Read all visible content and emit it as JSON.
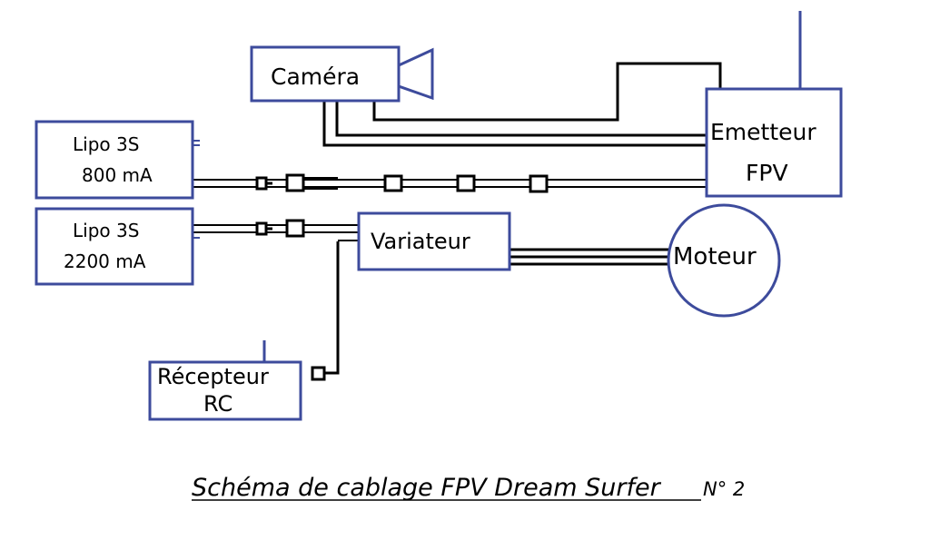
{
  "components": {
    "camera": "Caméra",
    "lipo1": {
      "line1": "Lipo 3S",
      "line2": "800  mA"
    },
    "lipo2": {
      "line1": "Lipo 3S",
      "line2": "2200 mA"
    },
    "emetteur": {
      "line1": "Emetteur",
      "line2": "FPV"
    },
    "variateur": "Variateur",
    "moteur": "Moteur",
    "recepteur": {
      "line1": "Récepteur",
      "line2": "RC"
    }
  },
  "caption": {
    "main": "Schéma de cablage FPV Dream Surfer",
    "suffix": "N° 2"
  },
  "colors": {
    "box_stroke": "#3d4b9c",
    "wire": "#000000"
  }
}
